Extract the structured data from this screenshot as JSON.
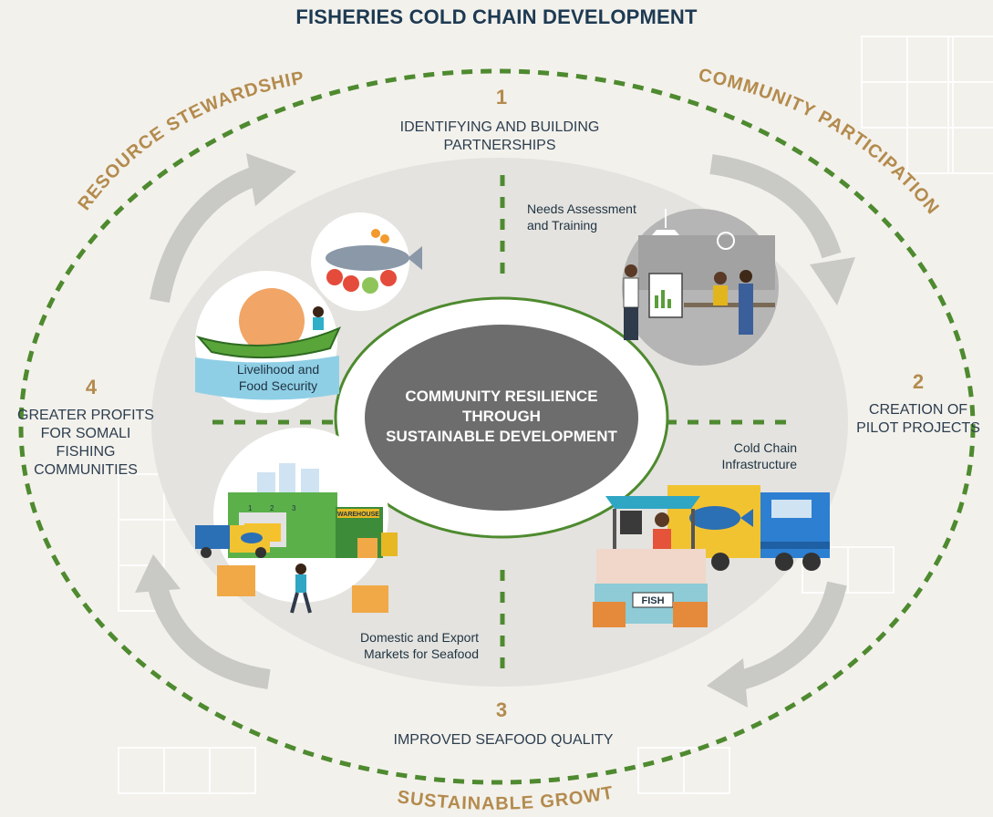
{
  "title": "FISHERIES COLD CHAIN DEVELOPMENT",
  "center": {
    "line1": "COMMUNITY RESILIENCE",
    "line2": "THROUGH",
    "line3": "SUSTAINABLE DEVELOPMENT"
  },
  "arc_labels": {
    "top_left": "RESOURCE STEWARDSHIP",
    "top_right": "COMMUNITY PARTICIPATION",
    "bottom": "SUSTAINABLE GROWTH"
  },
  "steps": [
    {
      "number": "1",
      "line1": "IDENTIFYING AND BUILDING",
      "line2": "PARTNERSHIPS"
    },
    {
      "number": "2",
      "line1": "CREATION OF",
      "line2": "PILOT PROJECTS"
    },
    {
      "number": "3",
      "line1": "IMPROVED SEAFOOD QUALITY",
      "line2": ""
    },
    {
      "number": "4",
      "line1": "GREATER PROFITS",
      "line2": "FOR SOMALI",
      "line3": "FISHING",
      "line4": "COMMUNITIES"
    }
  ],
  "quadrants": {
    "needs": {
      "line1": "Needs Assessment",
      "line2": "and Training"
    },
    "cold_chain": {
      "line1": "Cold Chain",
      "line2": "Infrastructure"
    },
    "markets": {
      "line1": "Domestic and Export",
      "line2": "Markets for Seafood"
    },
    "livelihood": {
      "line1": "Livelihood and",
      "line2": "Food Security"
    }
  },
  "illustration_text": {
    "warehouse_sign": "WAREHOUSE",
    "fish_sign": "FISH",
    "dock_numbers": [
      "1",
      "2",
      "3"
    ]
  },
  "colors": {
    "background": "#f3f1ec",
    "title": "#1d3a52",
    "accent_gold": "#b38b4d",
    "dash_green": "#4e8a2f",
    "center_fill": "#6d6d6d",
    "inner_disc": "#e4e3df",
    "arrow_gray": "#c9c9c6"
  }
}
